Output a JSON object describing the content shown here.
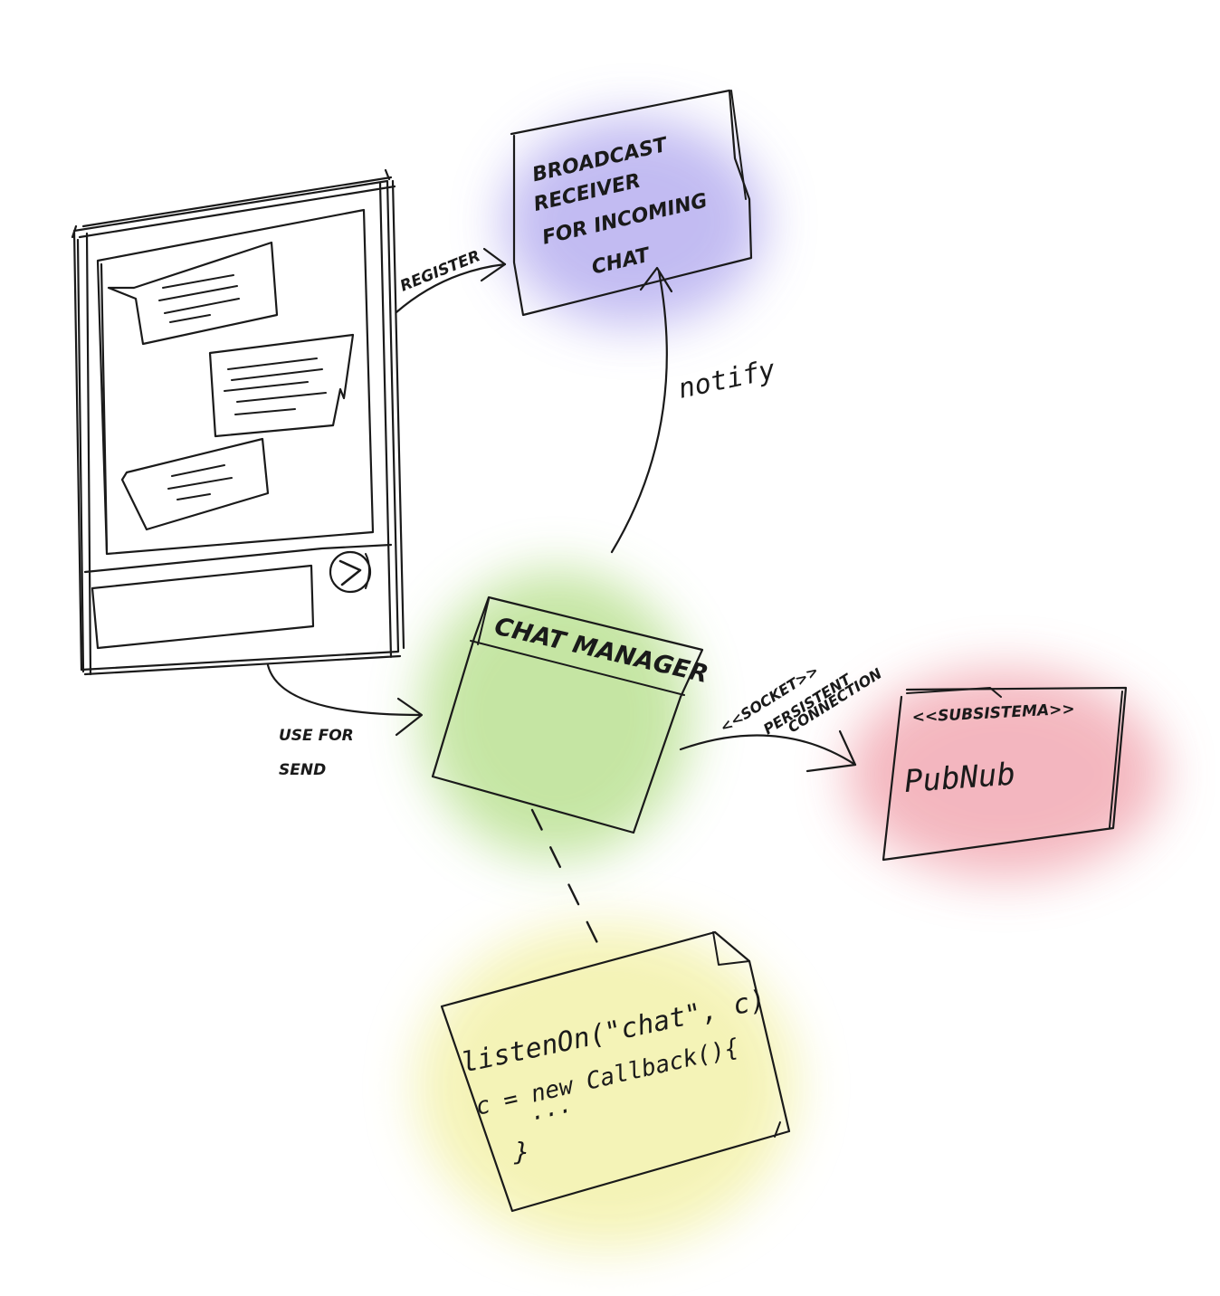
{
  "colors": {
    "ink": "#1a1a1a",
    "broadcast_wash": "#b8b0f0",
    "manager_wash": "#bfe39a",
    "pubnub_wash": "#f2aab4",
    "note_wash": "#f4f3b4"
  },
  "broadcast_receiver": {
    "lines": [
      "BROADCAST",
      "RECEIVER",
      "FOR INCOMING",
      "CHAT"
    ]
  },
  "chat_manager": {
    "title": "CHAT MANAGER"
  },
  "pubnub": {
    "stereotype": "<<SUBSISTEMA>>",
    "name": "PubNub"
  },
  "note": {
    "line1": "listenOn(\"chat\", c)",
    "line2": "c = new Callback(){",
    "line3": "...",
    "line4": "}"
  },
  "connectors": {
    "register": "REGISTER",
    "notify": "notify",
    "use_for_send_line1": "USE FOR",
    "use_for_send_line2": "SEND",
    "socket_line1": "<<SOCKET>>",
    "socket_line2": "PERSISTENT",
    "socket_line3": "CONNECTION"
  },
  "phone": {
    "send_icon": "play-icon"
  }
}
